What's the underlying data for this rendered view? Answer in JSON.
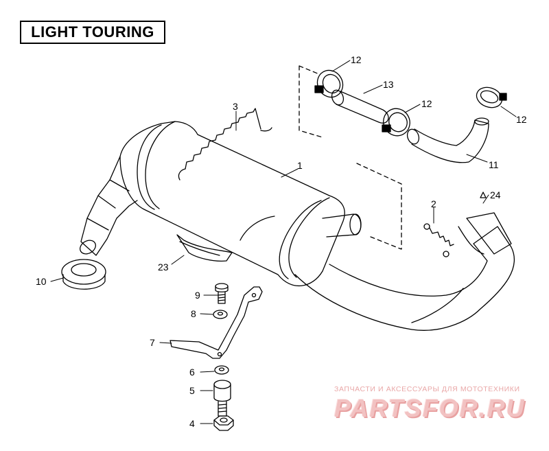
{
  "title": "LIGHT TOURING",
  "callouts": [
    {
      "id": "c1",
      "label": "1"
    },
    {
      "id": "c2",
      "label": "2"
    },
    {
      "id": "c3",
      "label": "3"
    },
    {
      "id": "c4",
      "label": "4"
    },
    {
      "id": "c5",
      "label": "5"
    },
    {
      "id": "c6",
      "label": "6"
    },
    {
      "id": "c7",
      "label": "7"
    },
    {
      "id": "c8",
      "label": "8"
    },
    {
      "id": "c9",
      "label": "9"
    },
    {
      "id": "c10",
      "label": "10"
    },
    {
      "id": "c11",
      "label": "11"
    },
    {
      "id": "c12a",
      "label": "12"
    },
    {
      "id": "c12b",
      "label": "12"
    },
    {
      "id": "c12c",
      "label": "12"
    },
    {
      "id": "c13",
      "label": "13"
    },
    {
      "id": "c23",
      "label": "23"
    },
    {
      "id": "c24",
      "label": "24"
    }
  ],
  "watermark": {
    "tagline": "ЗАПЧАСТИ И АКСЕССУАРЫ ДЛЯ МОТОТЕХНИКИ",
    "logo": "PARTSFOR.RU",
    "color": "#e9a7a7"
  }
}
